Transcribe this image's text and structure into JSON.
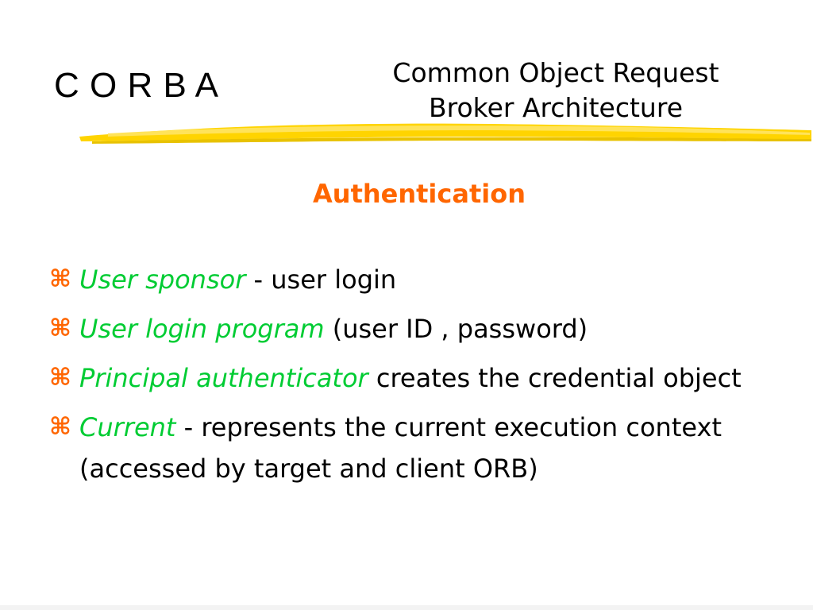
{
  "colors": {
    "accent_orange": "#ff6600",
    "term_green": "#00cc33",
    "brush_yellow": "#ffd400",
    "text": "#000000"
  },
  "slide": {
    "title": "C O R B A",
    "subtitle": {
      "line1": "Common Object Request",
      "line2": "Broker Architecture"
    },
    "section_heading": "Authentication",
    "bullet_icon": "command-key-glyph",
    "bullets": [
      {
        "marker": "⌘",
        "term": "User sponsor",
        "separator": " - ",
        "text": "user login"
      },
      {
        "marker": "⌘",
        "term": "User login program",
        "separator": " ",
        "text": "(user ID , password)"
      },
      {
        "marker": "⌘",
        "term": "Principal authenticator",
        "separator": " ",
        "text": "creates the credential object"
      },
      {
        "marker": "⌘",
        "term": "Current",
        "separator": " - ",
        "text": "represents the current execution context (accessed by target and client ORB)"
      }
    ]
  }
}
